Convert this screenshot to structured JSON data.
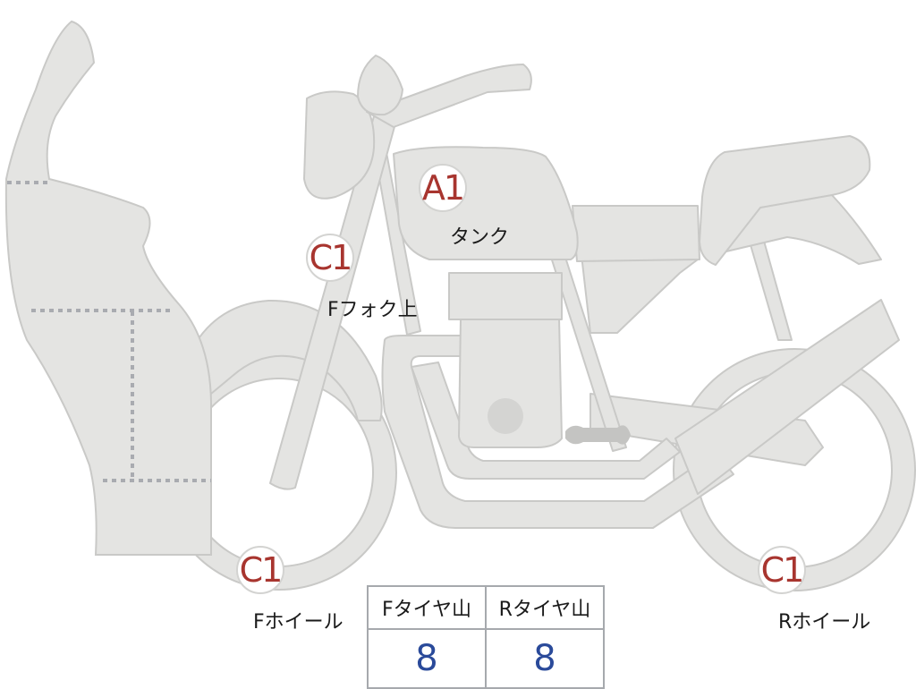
{
  "parts": {
    "tank": {
      "code": "A1",
      "label": "タンク"
    },
    "fork_upper": {
      "code": "C1",
      "label": "Fフォク上"
    },
    "front_wheel": {
      "code": "C1",
      "label": "Fホイール"
    },
    "rear_wheel": {
      "code": "C1",
      "label": "Rホイール"
    }
  },
  "tire_tread": {
    "headers": [
      "Fタイヤ山",
      "Rタイヤ山"
    ],
    "values": [
      "8",
      "8"
    ]
  },
  "colors": {
    "body_fill": "#e4e4e2",
    "body_stroke": "#c9c9c7",
    "code_text": "#a8352f",
    "value_text": "#2a4a9a",
    "dash": "#a9abb0"
  }
}
